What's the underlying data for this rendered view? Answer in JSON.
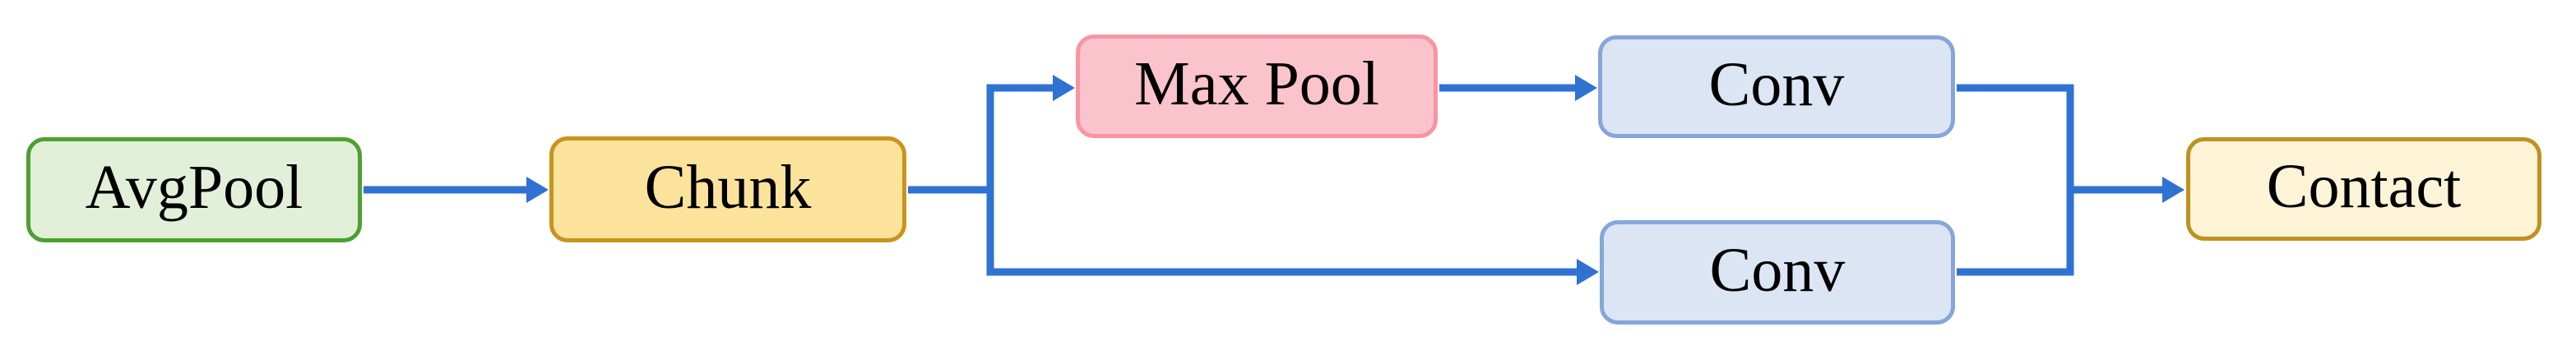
{
  "diagram": {
    "type": "flowchart",
    "direction": "left-to-right",
    "background_color": "#ffffff",
    "arrow_color": "#2f72d2",
    "text_color": "#000000",
    "nodes": {
      "avgpool": {
        "label": "AvgPool",
        "fill": "#e2f0da",
        "border": "#4ba12f"
      },
      "chunk": {
        "label": "Chunk",
        "fill": "#fce39c",
        "border": "#c9941c"
      },
      "maxpool": {
        "label": "Max Pool",
        "fill": "#fbc3cb",
        "border": "#f795a2"
      },
      "conv_top": {
        "label": "Conv",
        "fill": "#dbe5f4",
        "border": "#85a6da"
      },
      "conv_bottom": {
        "label": "Conv",
        "fill": "#dbe5f4",
        "border": "#85a6da"
      },
      "contact": {
        "label": "Contact",
        "fill": "#fdf3d6",
        "border": "#c09121"
      }
    },
    "edges": [
      {
        "from": "AvgPool",
        "to": "Chunk",
        "arrow": true
      },
      {
        "from": "Chunk",
        "to": "Max Pool",
        "arrow": true
      },
      {
        "from": "Chunk",
        "to": "Conv (bottom branch)",
        "arrow": true
      },
      {
        "from": "Max Pool",
        "to": "Conv (top branch)",
        "arrow": true
      },
      {
        "from": "Conv (top branch)",
        "to": "Contact",
        "arrow": true
      },
      {
        "from": "Conv (bottom branch)",
        "to": "Contact",
        "arrow": true
      }
    ]
  }
}
